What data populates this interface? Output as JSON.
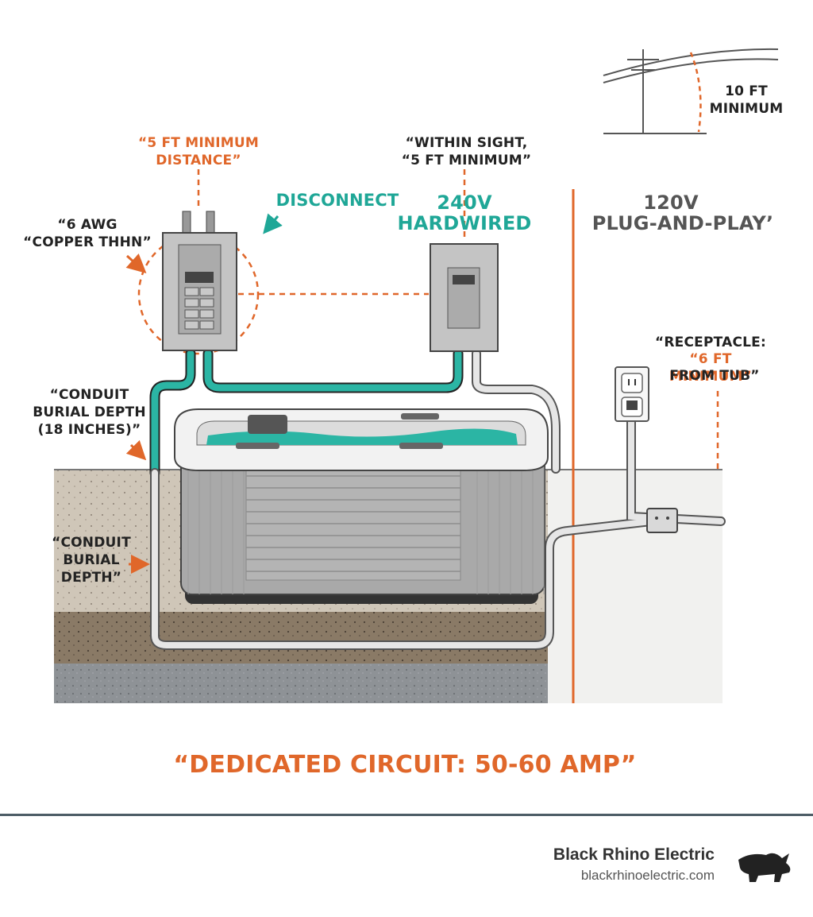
{
  "labels": {
    "power_line": "10 FT\nMINIMUM",
    "five_ft_distance": "“5 FT MINIMUM\nDISTANCE”",
    "within_sight": "“WITHIN SIGHT,\n“5 FT MINIMUM”",
    "disconnect": "DISCONNECT",
    "hardwired_voltage": "240V",
    "hardwired_type": "HARDWIRED",
    "plug_voltage": "120V",
    "plug_type": "PLUG-AND-PLAY’",
    "wire_gauge": "“6 AWG\n“COPPER THHN”",
    "receptacle_title": "“RECEPTACLE:",
    "receptacle_distance": "“6 FT MINIMUM”",
    "receptacle_suffix": "FROM TUB”",
    "conduit_burial_1": "“CONDUIT\nBURIAL DEPTH\n(18 INCHES)”",
    "conduit_burial_2": "“CONDUIT\nBURIAL\nDEPTH”",
    "dedicated_circuit": "“DEDICATED CIRCUIT: 50-60 AMP”"
  },
  "brand": {
    "name": "Black Rhino Electric",
    "url": "blackrhinoelectric.com"
  },
  "colors": {
    "accent_orange": "#e0672a",
    "teal": "#1fa797",
    "conduit_teal": "#2bb5a4",
    "footer_rule": "#4d5d66"
  }
}
